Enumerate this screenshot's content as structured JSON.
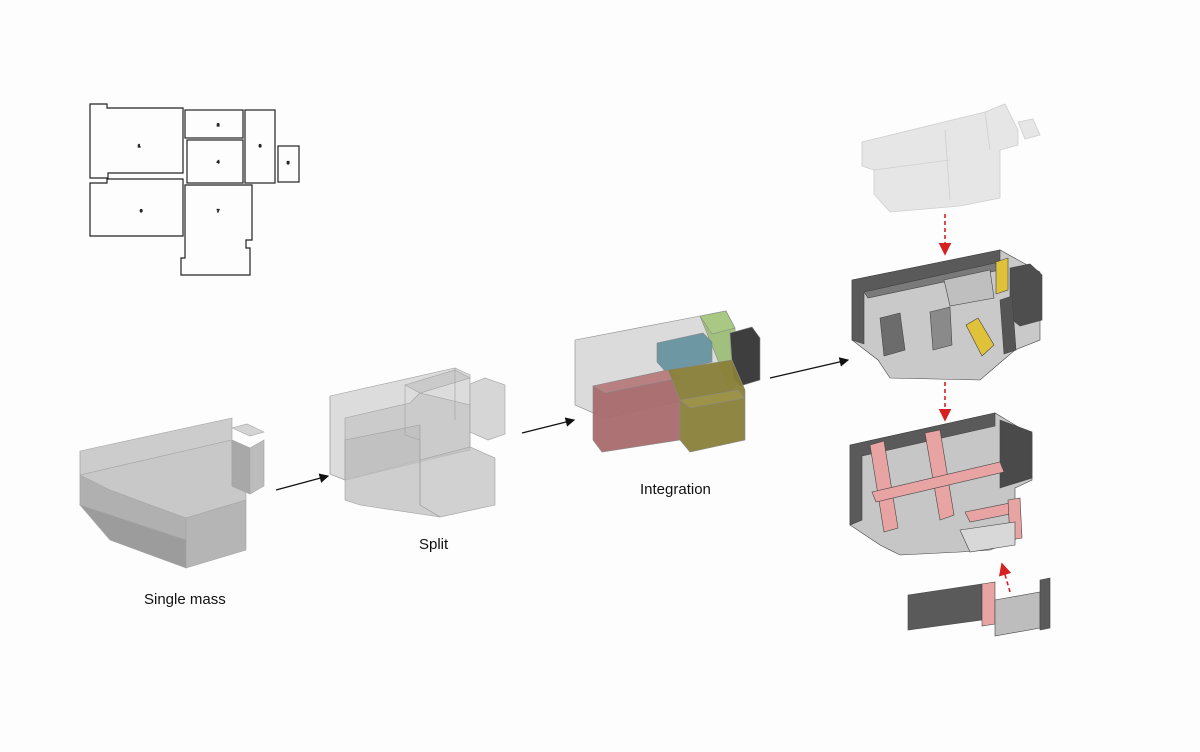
{
  "labels": {
    "single_mass": "Single mass",
    "split": "Split",
    "integration": "Integration"
  },
  "plan": {
    "room_numbers": [
      "1",
      "2",
      "3",
      "4",
      "5",
      "6",
      "7"
    ]
  },
  "colors": {
    "background": "#fdfdfd",
    "mass_gray": "#b9b9b9",
    "integration_red": "#a96a6c",
    "integration_blue": "#5f8f9c",
    "integration_green": "#97bb6c",
    "integration_olive": "#8a8039",
    "integration_dark": "#3e3e3e",
    "wall_dark": "#5a5a5a",
    "accent_yellow": "#e0c23a",
    "accent_pink": "#e8a3a3",
    "dashed_arrow": "#d72020"
  }
}
